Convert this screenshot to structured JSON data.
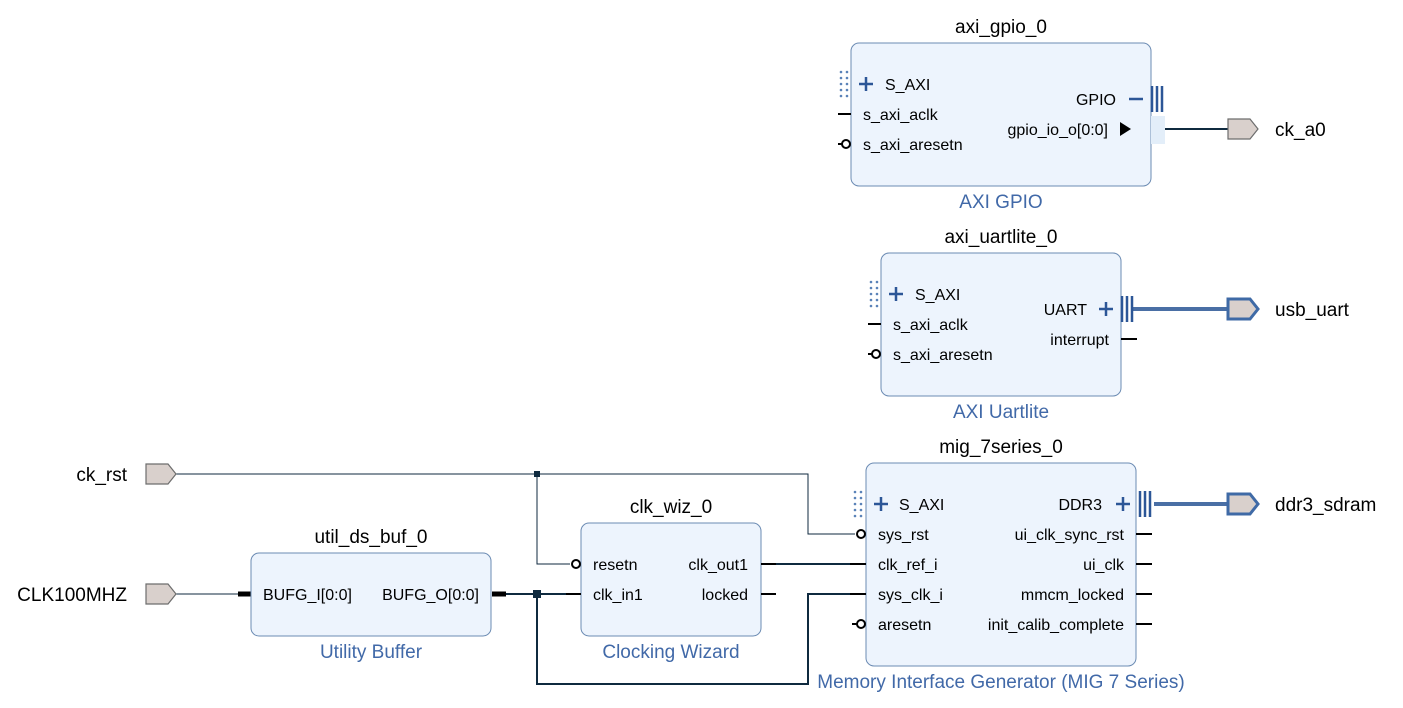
{
  "blocks": {
    "gpio": {
      "instance": "axi_gpio_0",
      "ip": "AXI GPIO",
      "in_pins": [
        "S_AXI",
        "s_axi_aclk",
        "s_axi_aresetn"
      ],
      "out_pins": [
        "GPIO",
        "gpio_io_o[0:0]"
      ]
    },
    "uart": {
      "instance": "axi_uartlite_0",
      "ip": "AXI Uartlite",
      "in_pins": [
        "S_AXI",
        "s_axi_aclk",
        "s_axi_aresetn"
      ],
      "out_pins": [
        "UART",
        "interrupt"
      ]
    },
    "mig": {
      "instance": "mig_7series_0",
      "ip": "Memory Interface Generator (MIG 7 Series)",
      "in_pins": [
        "S_AXI",
        "sys_rst",
        "clk_ref_i",
        "sys_clk_i",
        "aresetn"
      ],
      "out_pins": [
        "DDR3",
        "ui_clk_sync_rst",
        "ui_clk",
        "mmcm_locked",
        "init_calib_complete"
      ]
    },
    "clkwiz": {
      "instance": "clk_wiz_0",
      "ip": "Clocking Wizard",
      "in_pins": [
        "resetn",
        "clk_in1"
      ],
      "out_pins": [
        "clk_out1",
        "locked"
      ]
    },
    "buf": {
      "instance": "util_ds_buf_0",
      "ip": "Utility Buffer",
      "in_pins": [
        "BUFG_I[0:0]"
      ],
      "out_pins": [
        "BUFG_O[0:0]"
      ]
    }
  },
  "ports": {
    "ck_a0": "ck_a0",
    "usb_uart": "usb_uart",
    "ddr3_sdram": "ddr3_sdram",
    "ck_rst": "ck_rst",
    "clk100mhz": "CLK100MHZ"
  },
  "colors": {
    "block_fill": "#edf4fd",
    "block_stroke": "#6b8bb3",
    "ip_label": "#4169a8",
    "bus": "#4a6fa5",
    "wire": "#0f2a3f",
    "port_fill": "#d9d0cc"
  }
}
